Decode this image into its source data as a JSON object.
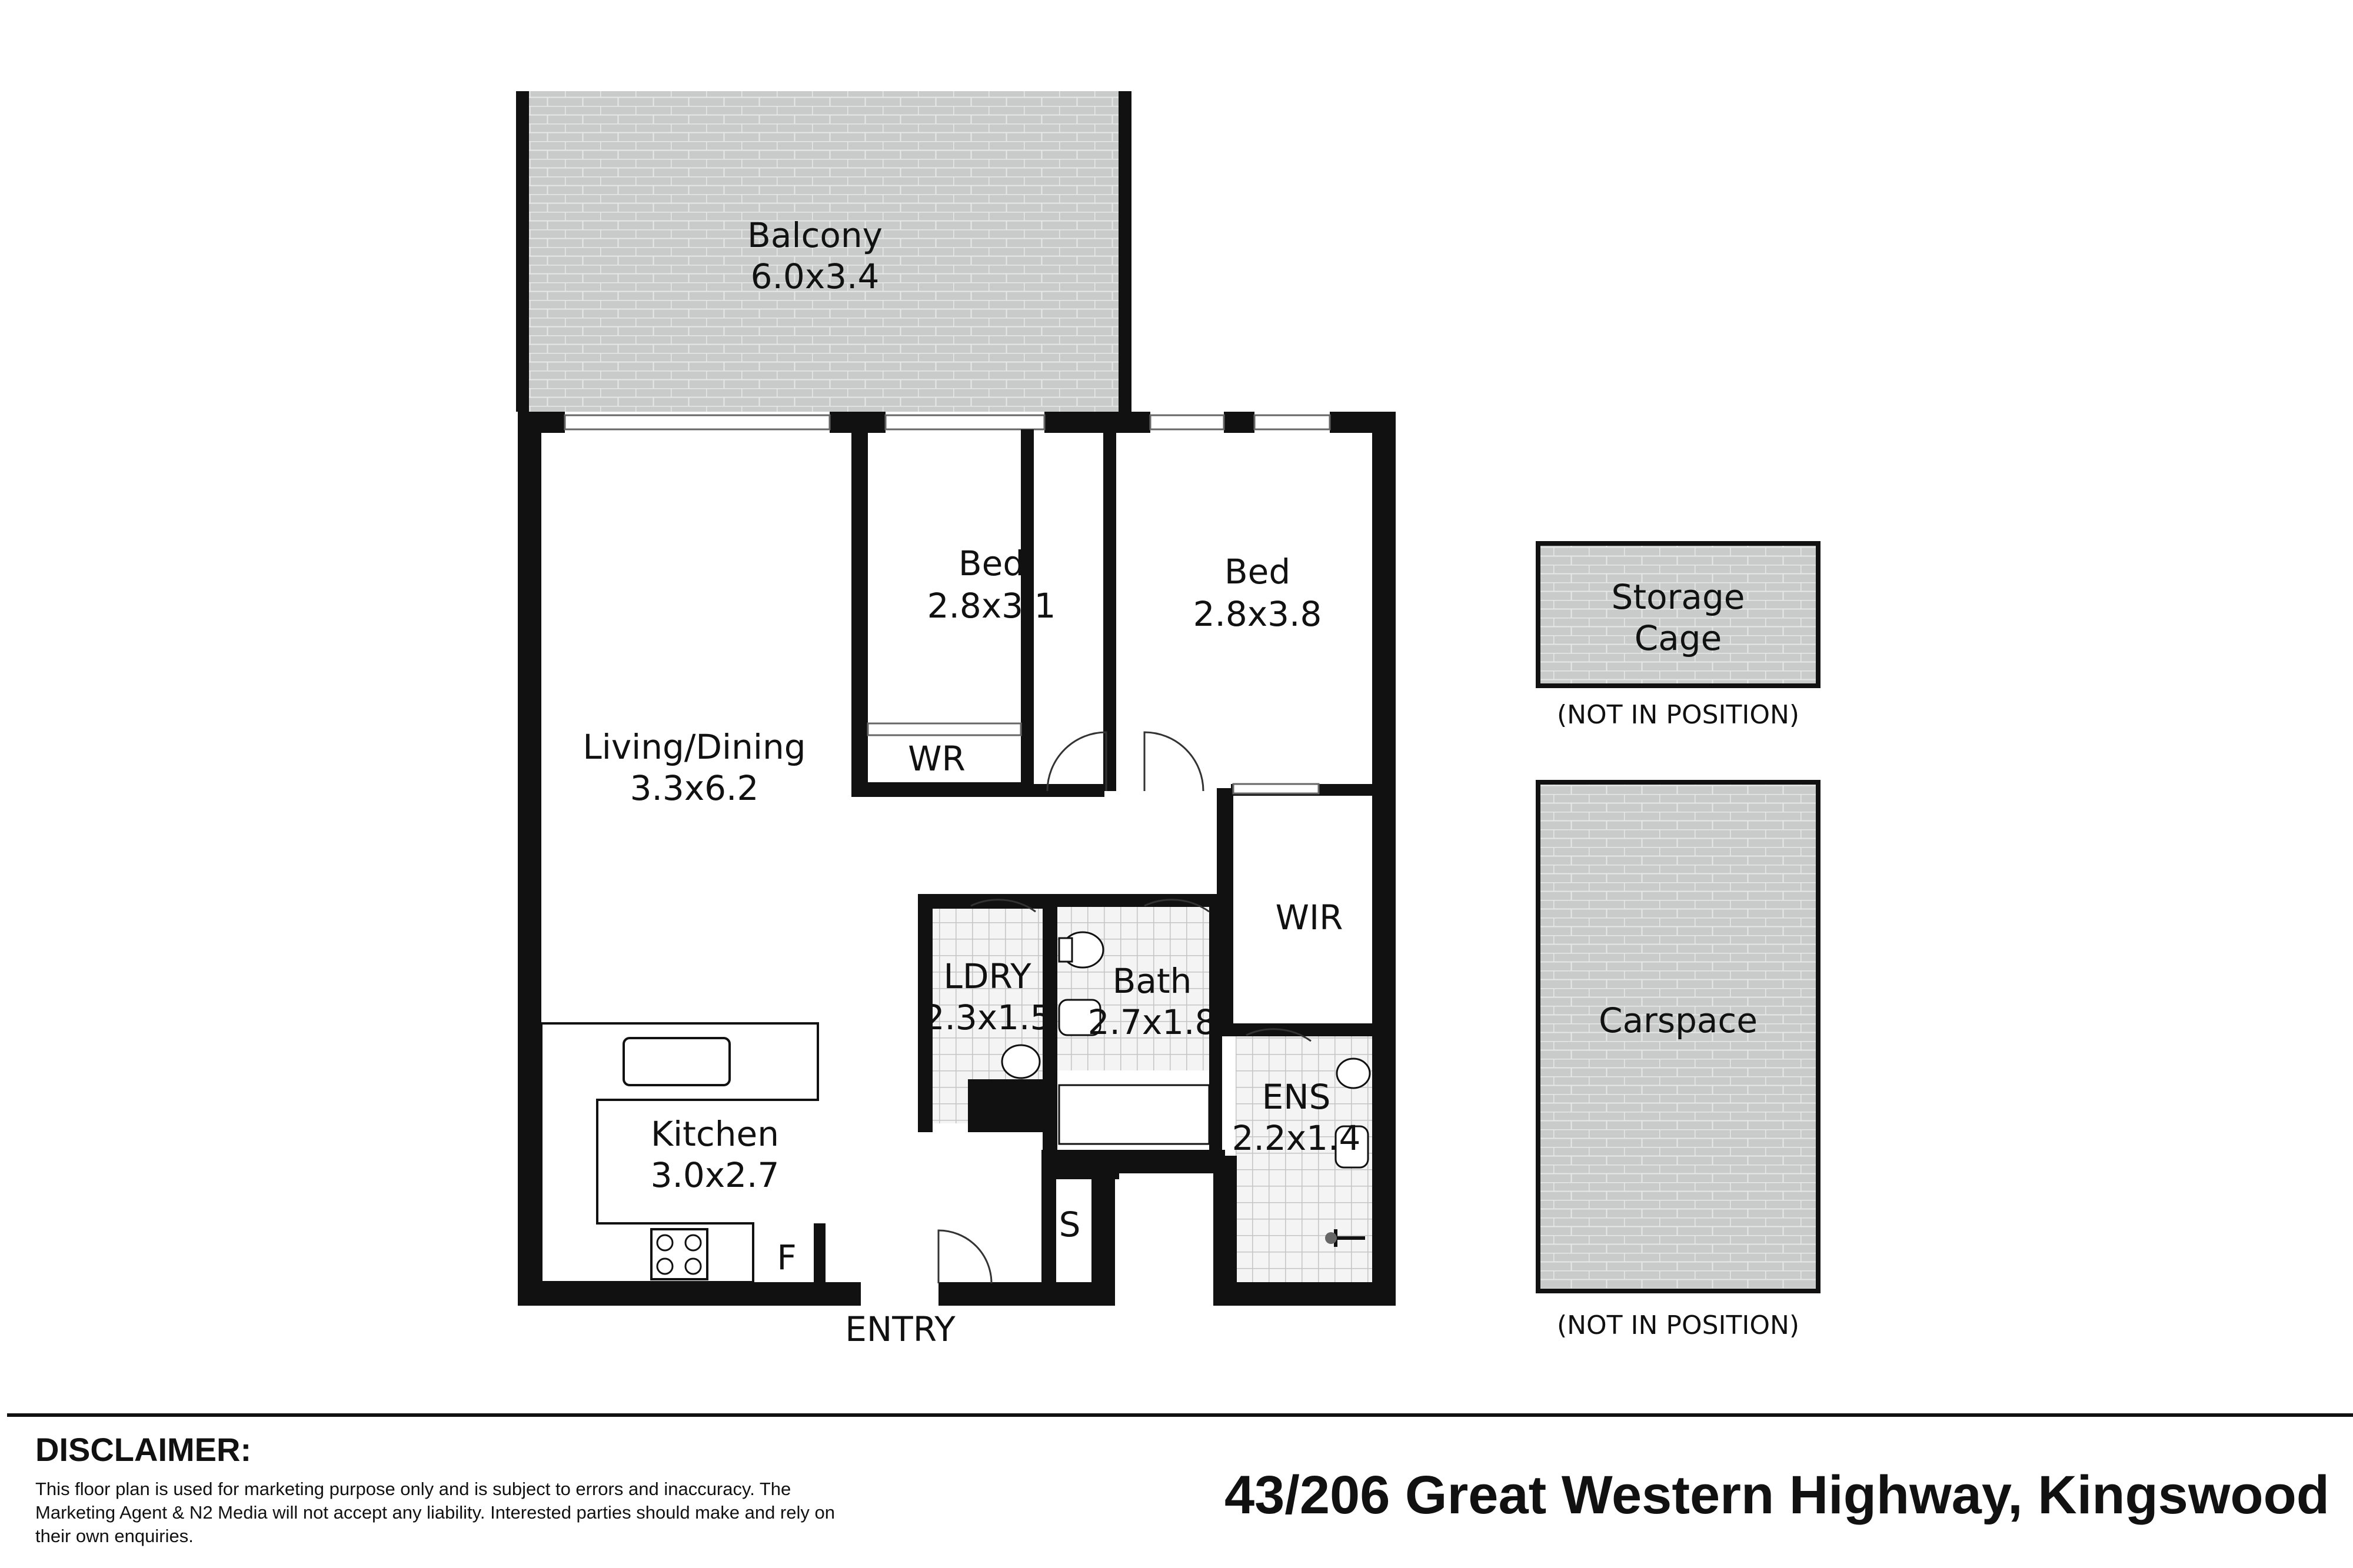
{
  "rooms": {
    "balcony": {
      "name": "Balcony",
      "size": "6.0x3.4"
    },
    "bed1": {
      "name": "Bed",
      "size": "2.8x3.1"
    },
    "bed2": {
      "name": "Bed",
      "size": "2.8x3.8"
    },
    "living": {
      "name": "Living/Dining",
      "size": "3.3x6.2"
    },
    "kitchen": {
      "name": "Kitchen",
      "size": "3.0x2.7"
    },
    "laundry": {
      "name": "LDRY",
      "size": "2.3x1.5"
    },
    "bath": {
      "name": "Bath",
      "size": "2.7x1.8"
    },
    "ensuite": {
      "name": "ENS",
      "size": "2.2x1.4"
    },
    "wr": {
      "name": "WR"
    },
    "wir": {
      "name": "WIR"
    },
    "fridge": {
      "name": "F"
    },
    "store": {
      "name": "S"
    },
    "entry": {
      "name": "ENTRY"
    }
  },
  "extras": {
    "storage": {
      "line1": "Storage",
      "line2": "Cage",
      "note": "(NOT IN POSITION)"
    },
    "carspace": {
      "name": "Carspace",
      "note": "(NOT IN POSITION)"
    }
  },
  "footer": {
    "disclaimer_title": "DISCLAIMER:",
    "disclaimer_text": "This floor plan is used for marketing purpose only and is subject to errors and inaccuracy. The Marketing Agent & N2 Media will not accept any liability. Interested parties should make and rely on their own enquiries.",
    "address": "43/206 Great Western Highway, Kingswood"
  },
  "colors": {
    "wall": "#111111",
    "paving": "#c9cbcb",
    "tile": "#f3f3f3"
  }
}
